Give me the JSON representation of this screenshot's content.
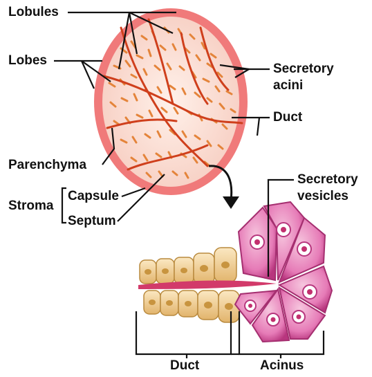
{
  "labels": {
    "lobules": "Lobules",
    "lobes": "Lobes",
    "secretory_acini_line1": "Secretory",
    "secretory_acini_line2": "acini",
    "duct_top": "Duct",
    "parenchyma": "Parenchyma",
    "stroma": "Stroma",
    "capsule": "Capsule",
    "septum": "Septum",
    "secretory_vesicles_line1": "Secretory",
    "secretory_vesicles_line2": "vesicles",
    "duct_bottom": "Duct",
    "acinus": "Acinus"
  },
  "colors": {
    "capsule_pink": "#f07070",
    "gland_fill": "#fbe3dc",
    "septum_red": "#d4461e",
    "acini_orange": "#e88a3a",
    "duct_cell": "#f3d59a",
    "acinus_pink": "#e56bb0",
    "acinus_dark": "#b8367e",
    "line": "#111111"
  }
}
